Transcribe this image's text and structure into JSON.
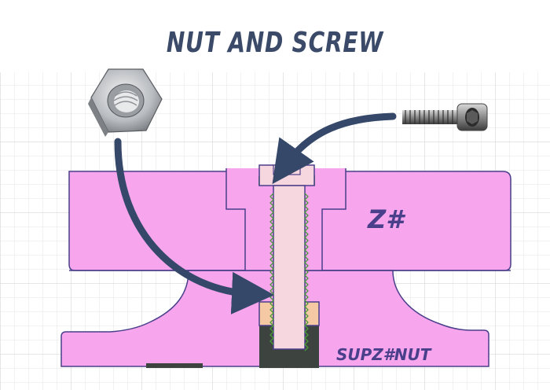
{
  "title": "NUT AND SCREW",
  "labels": {
    "upper_part": "Z#",
    "lower_part": "SUPZ#NUT"
  },
  "icons": {
    "nut_photo": "hex-nut-icon",
    "screw_photo": "socket-cap-screw-icon"
  },
  "colors": {
    "part_fill": "#f7a6ee",
    "outline": "#4a3f8a",
    "screw_fill": "#f7d7df",
    "nut_fill": "#f6c9a5",
    "lower_dark": "#3d443f",
    "thread_green": "#4a9a3a",
    "arrow": "#35486a",
    "grid": "#e4e4e4",
    "title": "#3a4a68"
  }
}
